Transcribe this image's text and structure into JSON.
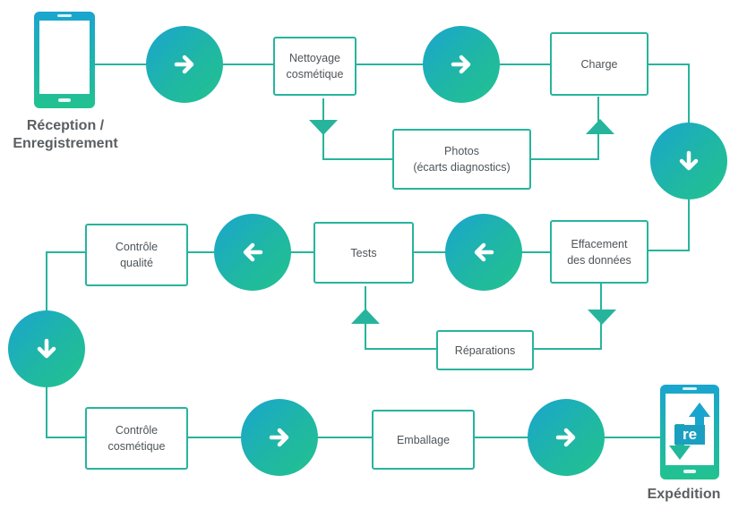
{
  "steps": {
    "reception_label": "Réception /\nEnregistrement",
    "nettoyage": "Nettoyage\ncosmétique",
    "charge": "Charge",
    "photos": "Photos\n(écarts diagnostics)",
    "effacement": "Effacement\ndes données",
    "tests": "Tests",
    "reparations": "Réparations",
    "controle_qualite": "Contrôle\nqualité",
    "controle_cosmetique": "Contrôle\ncosmétique",
    "emballage": "Emballage",
    "expedition_label": "Expédition",
    "logo_text": "re"
  },
  "colors": {
    "line": "#27b49d",
    "circle_start": "#1aa5cf",
    "circle_end": "#22c28f",
    "text": "#4e5458"
  },
  "icons": {
    "reception": "smartphone-icon",
    "expedition": "smartphone-refurb-icon",
    "arrows": [
      "arrow-right-icon",
      "arrow-down-icon",
      "arrow-left-icon"
    ]
  }
}
